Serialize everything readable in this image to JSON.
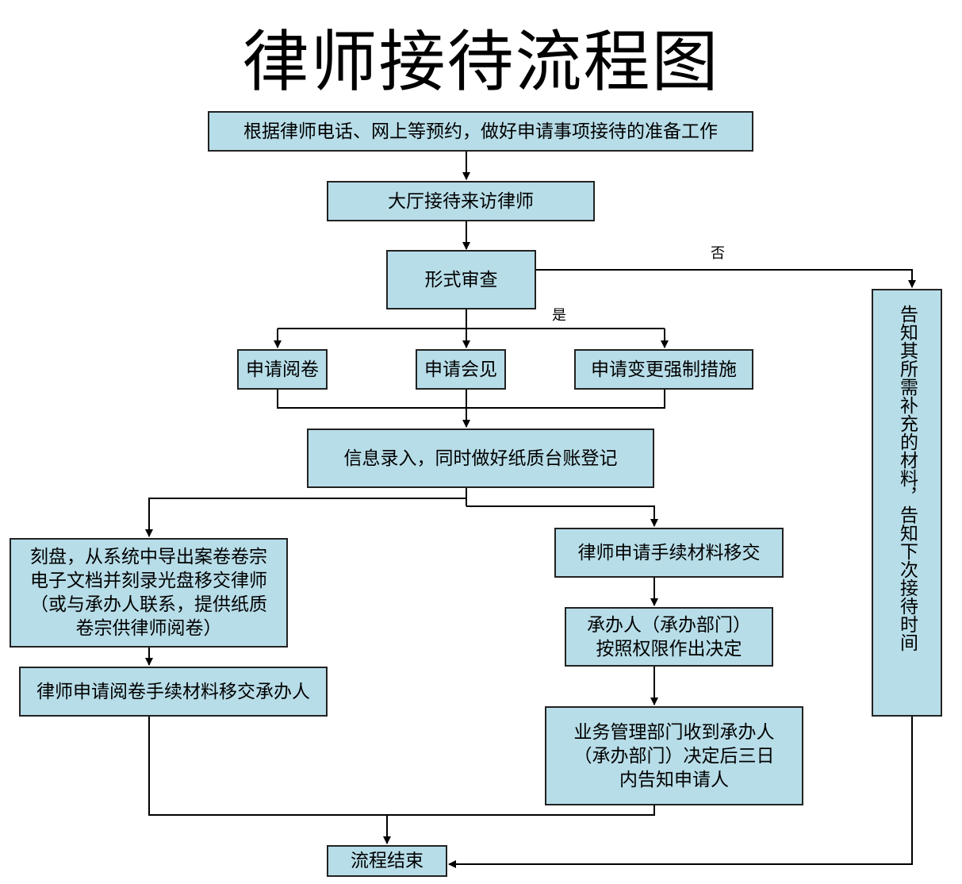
{
  "title": "律师接待流程图",
  "steps": {
    "prepare": "根据律师电话、网上等预约，做好申请事项接待的准备工作",
    "reception": "大厅接待来访律师",
    "formal_review": "形式审查",
    "apply_read": "申请阅卷",
    "apply_meet": "申请会见",
    "apply_change": "申请变更强制措施",
    "info_entry": "信息录入，同时做好纸质台账登记",
    "burn_disc": "刻盘，从系统中导出案卷卷宗\n电子文档并刻录光盘移交律师\n（或与承办人联系，提供纸质\n卷宗供律师阅卷）",
    "read_transfer": "律师申请阅卷手续材料移交承办人",
    "material_transfer": "律师申请手续材料移交",
    "handler_decision": "承办人（承办部门）\n按照权限作出决定",
    "notify": "业务管理部门收到承办人\n（承办部门）决定后三日\n内告知申请人",
    "supplement": "告知其所需补充的材料，告知下次接待时间",
    "end": "流程结束"
  },
  "labels": {
    "no": "否",
    "yes": "是"
  },
  "colors": {
    "box_fill": "#b7dde8",
    "line": "#000000"
  }
}
